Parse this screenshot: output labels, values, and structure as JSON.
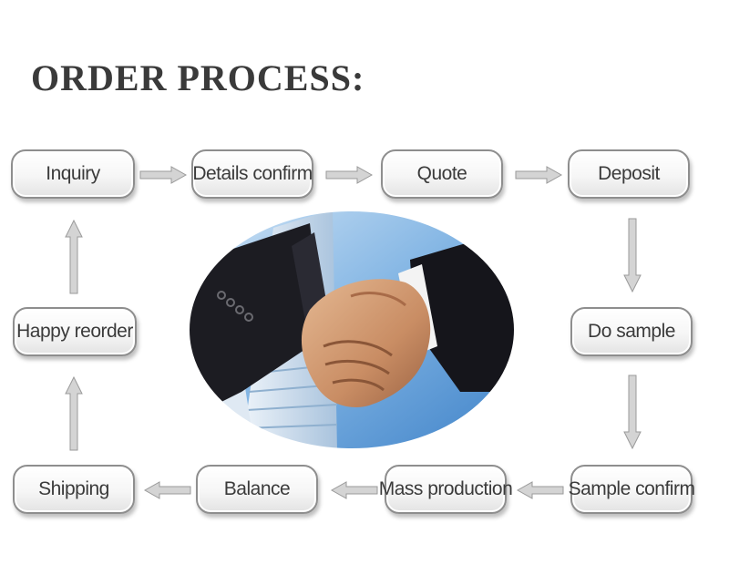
{
  "title": "ORDER PROCESS:",
  "steps": [
    {
      "id": "inquiry",
      "label": "Inquiry"
    },
    {
      "id": "details-confirm",
      "label": "Details confirm"
    },
    {
      "id": "quote",
      "label": "Quote"
    },
    {
      "id": "deposit",
      "label": "Deposit"
    },
    {
      "id": "do-sample",
      "label": "Do sample"
    },
    {
      "id": "sample-confirm",
      "label": "Sample confirm"
    },
    {
      "id": "mass-production",
      "label": "Mass production"
    },
    {
      "id": "balance",
      "label": "Balance"
    },
    {
      "id": "shipping",
      "label": "Shipping"
    },
    {
      "id": "happy-reorder",
      "label": "Happy reorder"
    }
  ],
  "center_image": {
    "subject": "handshake",
    "icon": "handshake-photo"
  },
  "colors": {
    "box_border": "#8e8e8e",
    "arrow": "#c4c4c4",
    "title": "#3a3a3a",
    "sky": "#5d9bd4"
  }
}
